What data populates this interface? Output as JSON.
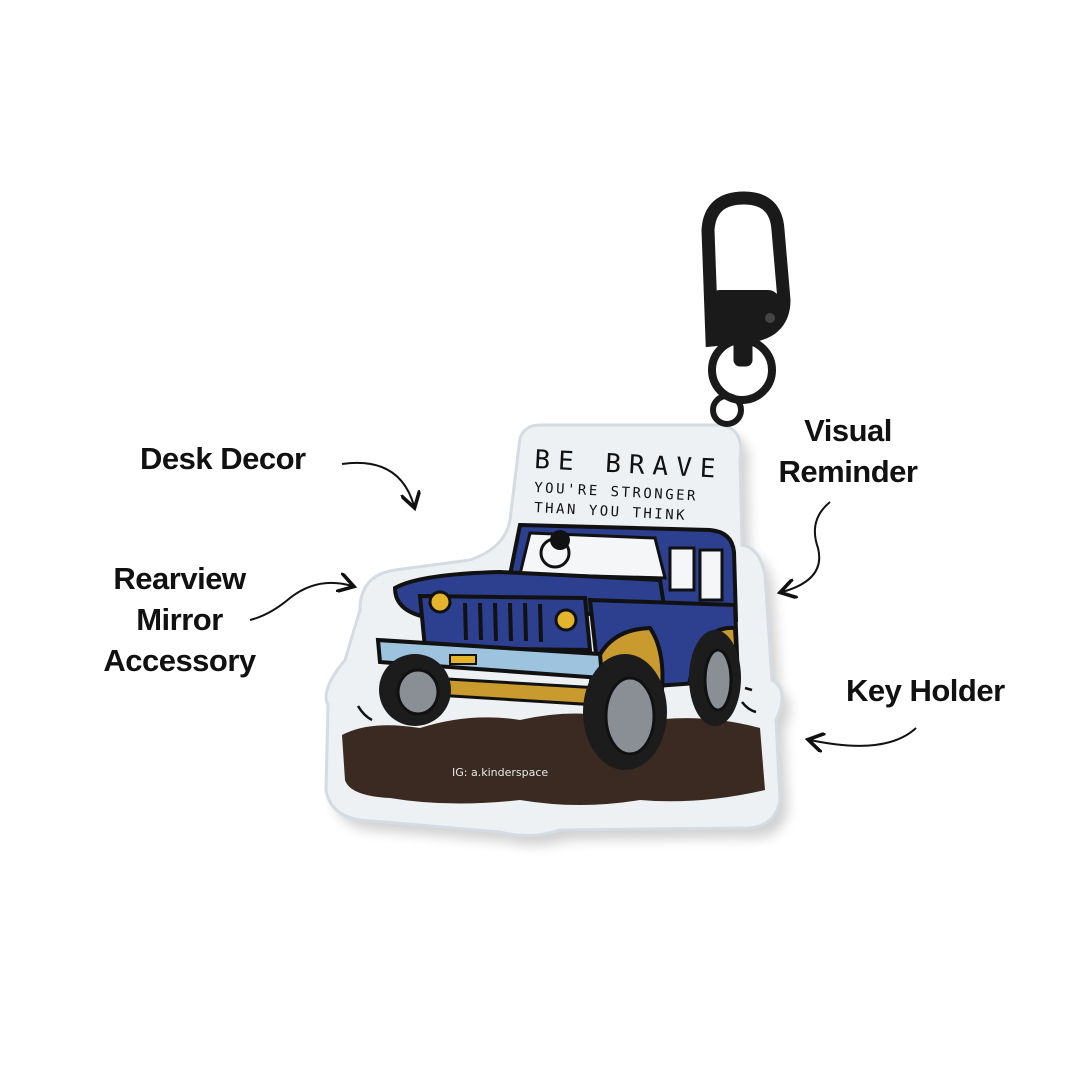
{
  "callouts": {
    "desk_decor": "Desk Decor",
    "rearview": [
      "Rearview",
      "Mirror",
      "Accessory"
    ],
    "visual_reminder": [
      "Visual",
      "Reminder"
    ],
    "key_holder": "Key Holder"
  },
  "keychain": {
    "headline": "BE BRAVE",
    "subline_1": "YOU'RE STRONGER",
    "subline_2": "THAN YOU THINK",
    "credit": "IG: a.kinderspace"
  },
  "colors": {
    "background": "#ffffff",
    "acrylic": "#eef1f4",
    "jeep_blue": "#2d3f8f",
    "fender_mustard": "#c99a2e",
    "bumper_blue": "#9ec3de",
    "mud": "#3a2a22",
    "hardware": "#1a1a1a"
  }
}
